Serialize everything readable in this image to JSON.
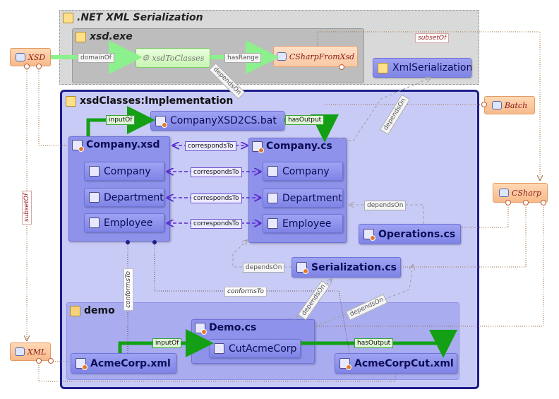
{
  "groups": {
    "net_xml": ".NET XML Serialization",
    "xsd_exe": "xsd.exe",
    "xsd_classes": "xsdClasses:Implementation",
    "demo": "demo"
  },
  "external_nodes": {
    "xsd": "XSD",
    "xml": "XML",
    "batch": "Batch",
    "csharp": "CSharp"
  },
  "xsd_exe_nodes": {
    "xsd_to_classes": "xsdToClasses",
    "csharp_from_xsd": "CSharpFromXsd"
  },
  "nodes": {
    "xml_serialization": "XmlSerialization",
    "company_xsd2cs": "CompanyXSD2CS.bat",
    "company_xsd": "Company.xsd",
    "company_cs": "Company.cs",
    "xsd_company": "Company",
    "xsd_department": "Department",
    "xsd_employee": "Employee",
    "cs_company": "Company",
    "cs_department": "Department",
    "cs_employee": "Employee",
    "operations_cs": "Operations.cs",
    "serialization_cs": "Serialization.cs",
    "demo_cs": "Demo.cs",
    "cut_acme_corp": "CutAcmeCorp",
    "acme_corp_xml": "AcmeCorp.xml",
    "acme_corp_cut_xml": "AcmeCorpCut.xml"
  },
  "edge_labels": {
    "domain_of": "domainOf",
    "has_range": "hasRange",
    "subset_of_top": "subsetOf",
    "subset_of_left": "subsetOf",
    "depends_on_1": "dependsOn",
    "depends_on_2": "dependsOn",
    "depends_on_3": "dependsOn",
    "depends_on_4": "dependsOn",
    "depends_on_5": "dependsOn",
    "depends_on_6": "dependsOn",
    "input_of_1": "inputOf",
    "input_of_2": "inputOf",
    "has_output_1": "hasOutput",
    "has_output_2": "hasOutput",
    "corresponds_to_1": "correspondsTo",
    "corresponds_to_2": "correspondsTo",
    "corresponds_to_3": "correspondsTo",
    "corresponds_to_4": "correspondsTo",
    "conforms_to_1": "conformsTo",
    "conforms_to_2": "conformsTo"
  },
  "colors": {
    "accent_green": "#14a014",
    "correspond_purple": "#5a2ad0",
    "frame_blue": "#1e1e8a"
  }
}
